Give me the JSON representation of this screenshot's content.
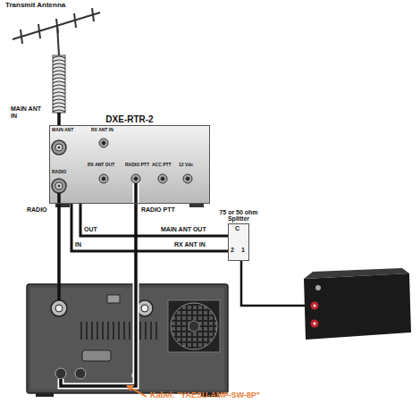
{
  "diagram": {
    "nodes": [
      {
        "text": [
          "DXE-RTR-2"
        ]
      },
      {
        "text": [
          "75 or 50 ohm Splitter"
        ]
      }
    ],
    "edges": [
      {
        "from": 0,
        "to": 1,
        "arrow": "none"
      },
      {
        "from": 0,
        "to": 1,
        "arrow": "none"
      }
    ],
    "labels": [
      "Transmit Antenna",
      "MAIN ANT IN",
      "MAIN ANT",
      "RADIO",
      "RX ANT IN",
      "RX ANT OUT",
      "RADIO PTT",
      "ACC PTT",
      "12 Vdc",
      "RADIO",
      "RADIO PTT",
      "OUT",
      "IN",
      "MAIN ANT OUT",
      "RX ANT IN",
      "C",
      "2",
      "1",
      "Kabel: \"YAESU-AMP-SW-8P\""
    ]
  }
}
